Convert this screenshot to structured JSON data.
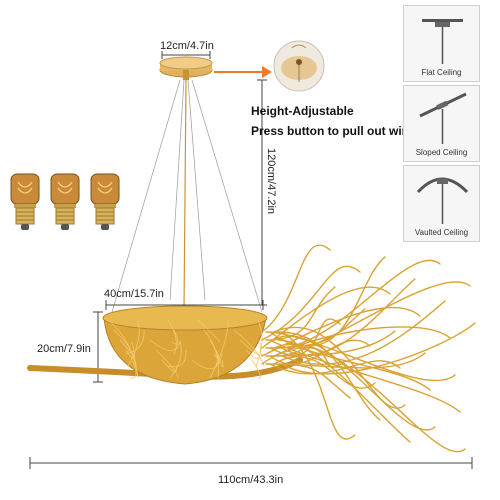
{
  "dimensions": {
    "canopy": "12cm/4.7in",
    "height": "120cm/47.2in",
    "nest_diameter": "40cm/15.7in",
    "nest_height": "20cm/7.9in",
    "total_width": "110cm/43.3in"
  },
  "features": {
    "line1": "Height-Adjustable",
    "line2": "Press button to pull out wire"
  },
  "ceiling_types": [
    {
      "label": "Flat Ceiling",
      "icon": "flat-ceiling-icon"
    },
    {
      "label": "Sloped Ceiling",
      "icon": "sloped-ceiling-icon"
    },
    {
      "label": "Vaulted Ceiling",
      "icon": "vaulted-ceiling-icon"
    }
  ],
  "bulbs": {
    "count": 3,
    "icon": "edison-bulb-icon"
  },
  "colors": {
    "gold": "#d9a233",
    "gold_dark": "#a8741a",
    "arrow": "#f07a2a",
    "glass": "#c98a3a"
  }
}
